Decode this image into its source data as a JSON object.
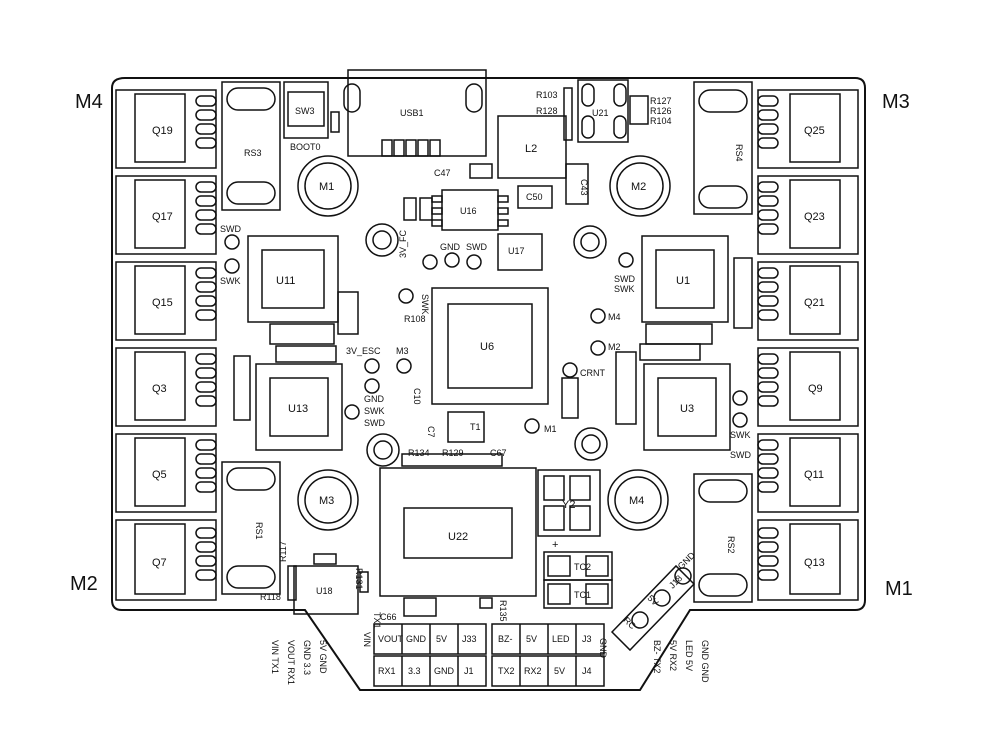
{
  "corners": {
    "top_left": "M4",
    "top_right": "M3",
    "bottom_left": "M2",
    "bottom_right": "M1"
  },
  "mosfets_left": [
    "Q19",
    "Q17",
    "Q15",
    "Q3",
    "Q5",
    "Q7"
  ],
  "mosfets_right": [
    "Q25",
    "Q23",
    "Q21",
    "Q9",
    "Q11",
    "Q13"
  ],
  "top": {
    "sw3": "SW3",
    "boot0": "BOOT0",
    "usb1": "USB1",
    "rs3": "RS3",
    "rs4": "RS4",
    "l2": "L2",
    "u21": "U21",
    "r103": "R103",
    "r128": "R128",
    "r127": "R127",
    "r126": "R126",
    "r104": "R104",
    "c47": "C47",
    "c50": "C50",
    "c43": "C43",
    "u16": "U16",
    "u17": "U17"
  },
  "motor_holes": {
    "tl": "M1",
    "tr": "M2",
    "bl": "M3",
    "br": "M4"
  },
  "chips": {
    "u11": "U11",
    "u1": "U1",
    "u6": "U6",
    "u13": "U13",
    "u3": "U3",
    "u22": "U22",
    "y2": "Y2",
    "u18": "U18"
  },
  "pads": {
    "swd": "SWD",
    "swk": "SWK",
    "gnd": "GND",
    "v3fc": "3V_FC",
    "v3esc": "3V_ESC",
    "m3": "M3",
    "m4": "M4",
    "m2": "M2",
    "m1": "M1",
    "crnt": "CRNT"
  },
  "small": {
    "r108": "R108",
    "c10": "C10",
    "c7": "C7",
    "t1": "T1",
    "r134": "R134",
    "r129": "R129",
    "c67": "C67",
    "rs1": "RS1",
    "rs2": "RS2",
    "r117": "R117",
    "r118": "R118",
    "r131": "R131",
    "c66": "C66",
    "r135": "R135",
    "tc2": "TC2",
    "tc1": "TC1",
    "j18": "J18",
    "gnd": "GND",
    "v5": "5V",
    "rc": "RC",
    "plus": "+"
  },
  "conn_top": [
    [
      "VOUT",
      "GND",
      "5V",
      "J33"
    ],
    [
      "BZ-",
      "5V",
      "LED",
      "J3"
    ]
  ],
  "conn_bot": [
    [
      "RX1",
      "3.3",
      "GND",
      "J1"
    ],
    [
      "TX2",
      "RX2",
      "5V",
      "J4"
    ]
  ],
  "vin_tx1": [
    "VIN",
    "TX1"
  ],
  "left_legend": [
    "5V  GND",
    "GND  3.3",
    "VOUT RX1",
    "VIN  TX1"
  ],
  "right_legend": [
    "GND GND",
    "LED 5V",
    "5V  RX2",
    "BZ- TX2"
  ],
  "gnd_side": "GND"
}
